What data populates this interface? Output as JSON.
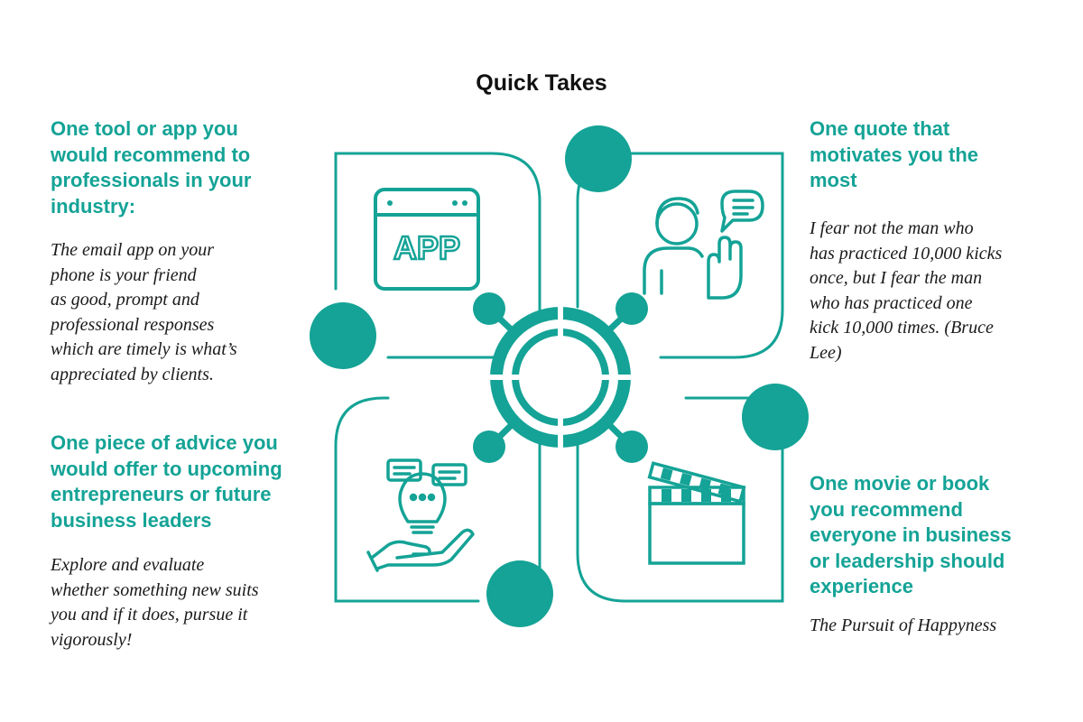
{
  "title": "Quick Takes",
  "colors": {
    "accent": "#14a396",
    "question_text": "#14a396",
    "answer_text": "#1a1a1a"
  },
  "panels": [
    {
      "icon": "app-icon",
      "icon_text": "APP",
      "question": "One tool or app you\nwould recommend to\nprofessionals in your\nindustry:",
      "answer": "The email app on your\nphone is your friend\nas good, prompt and\nprofessional responses\nwhich are timely is what’s\nappreciated by clients."
    },
    {
      "icon": "speaker-quote-icon",
      "question": "One quote that\nmotivates you the\nmost",
      "answer": "I fear not the man who\nhas practiced 10,000 kicks\nonce, but I fear the man\nwho has practiced one\nkick 10,000 times. (Bruce\nLee)"
    },
    {
      "icon": "idea-hand-icon",
      "question": "One piece of advice you\nwould offer to upcoming\nentrepreneurs or future\nbusiness leaders",
      "answer": "Explore and evaluate\nwhether something new suits\nyou and if it does, pursue it\nvigorously!"
    },
    {
      "icon": "clapperboard-icon",
      "question": "One movie or book\nyou recommend\neveryone in business\nor leadership should\nexperience",
      "answer": "The Pursuit of Happyness"
    }
  ]
}
